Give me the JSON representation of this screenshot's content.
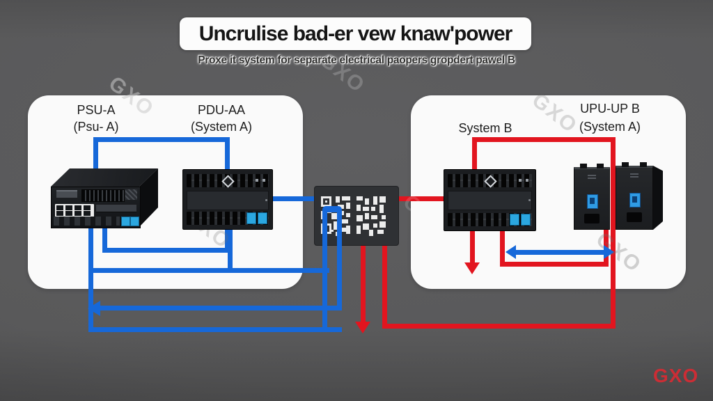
{
  "header": {
    "title": "Uncrulise bad-er vew knaw'power",
    "subtitle": "Proxe it system for separate electrical paopers gropdert pawel B"
  },
  "panel_a": {
    "psu_label": "PSU-A",
    "psu_sublabel": "(Psu- A)",
    "pdu_label": "PDU-AA",
    "pdu_sublabel": "(System A)"
  },
  "panel_b": {
    "pdu_label": "System B",
    "ups_label": "UPU-UP B",
    "ups_sublabel": "(System A)"
  },
  "watermark": "GXO",
  "logo_text": "GXO",
  "colors": {
    "background": "#59595a",
    "panel": "#fafafa",
    "line_blue": "#1668d9",
    "line_red": "#e2151f",
    "accent_cyan": "#2ba7e0",
    "logo_red": "#cc2d35"
  }
}
